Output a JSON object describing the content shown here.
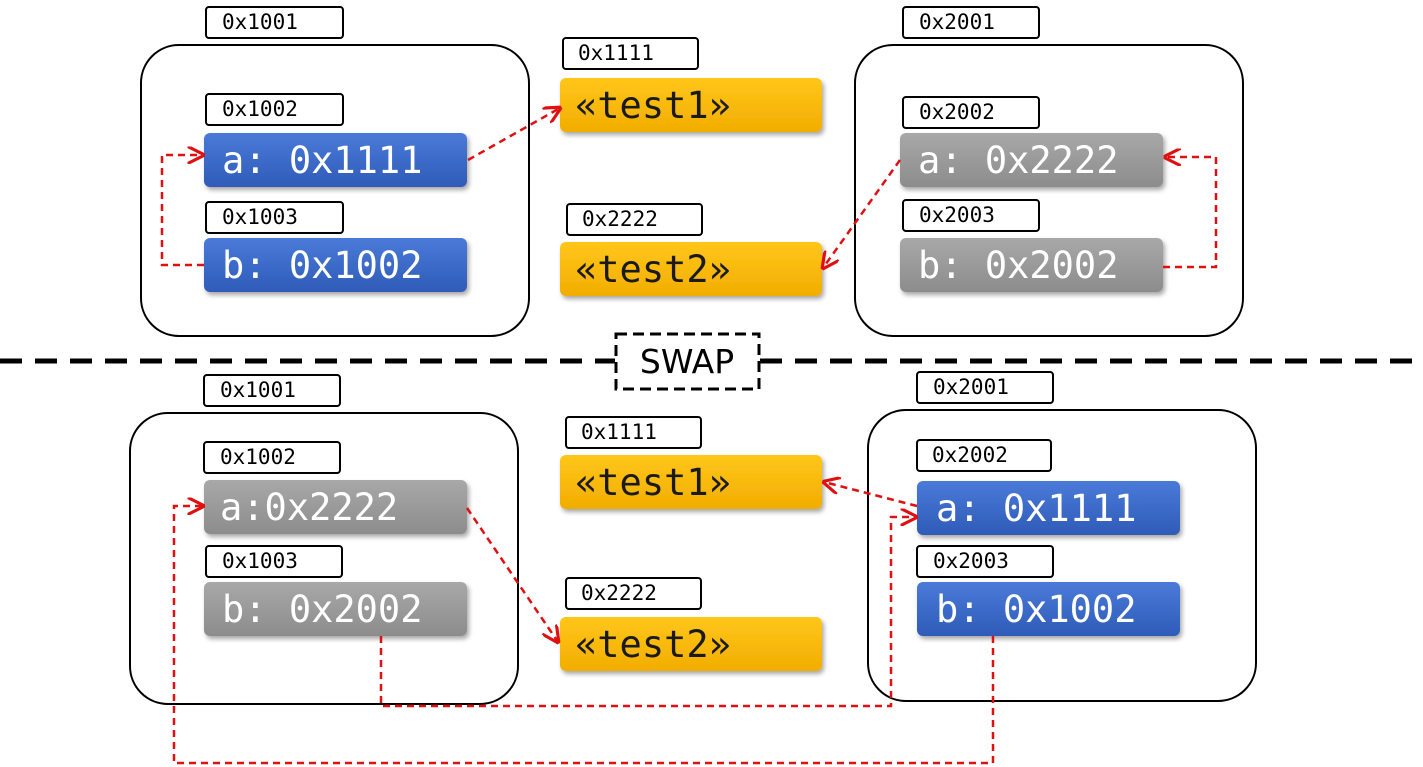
{
  "colors": {
    "blue_cell": "#3a68c9",
    "gray_cell": "#9a9a9a",
    "yellow_cell": "#f7b800",
    "arrow": "#e01010"
  },
  "swap_label": "SWAP",
  "top": {
    "left_block": {
      "addr": "0x1001",
      "a": {
        "addr": "0x1002",
        "text": "a: 0x1111"
      },
      "b": {
        "addr": "0x1003",
        "text": "b: 0x1002"
      }
    },
    "str1": {
      "addr": "0x1111",
      "text": "«test1»"
    },
    "str2": {
      "addr": "0x2222",
      "text": "«test2»"
    },
    "right_block": {
      "addr": "0x2001",
      "a": {
        "addr": "0x2002",
        "text": "a: 0x2222"
      },
      "b": {
        "addr": "0x2003",
        "text": "b: 0x2002"
      }
    }
  },
  "bottom": {
    "left_block": {
      "addr": "0x1001",
      "a": {
        "addr": "0x1002",
        "text": "a:0x2222"
      },
      "b": {
        "addr": "0x1003",
        "text": "b: 0x2002"
      }
    },
    "str1": {
      "addr": "0x1111",
      "text": "«test1»"
    },
    "str2": {
      "addr": "0x2222",
      "text": "«test2»"
    },
    "right_block": {
      "addr": "0x2001",
      "a": {
        "addr": "0x2002",
        "text": "a: 0x1111"
      },
      "b": {
        "addr": "0x2003",
        "text": "b: 0x1002"
      }
    }
  }
}
